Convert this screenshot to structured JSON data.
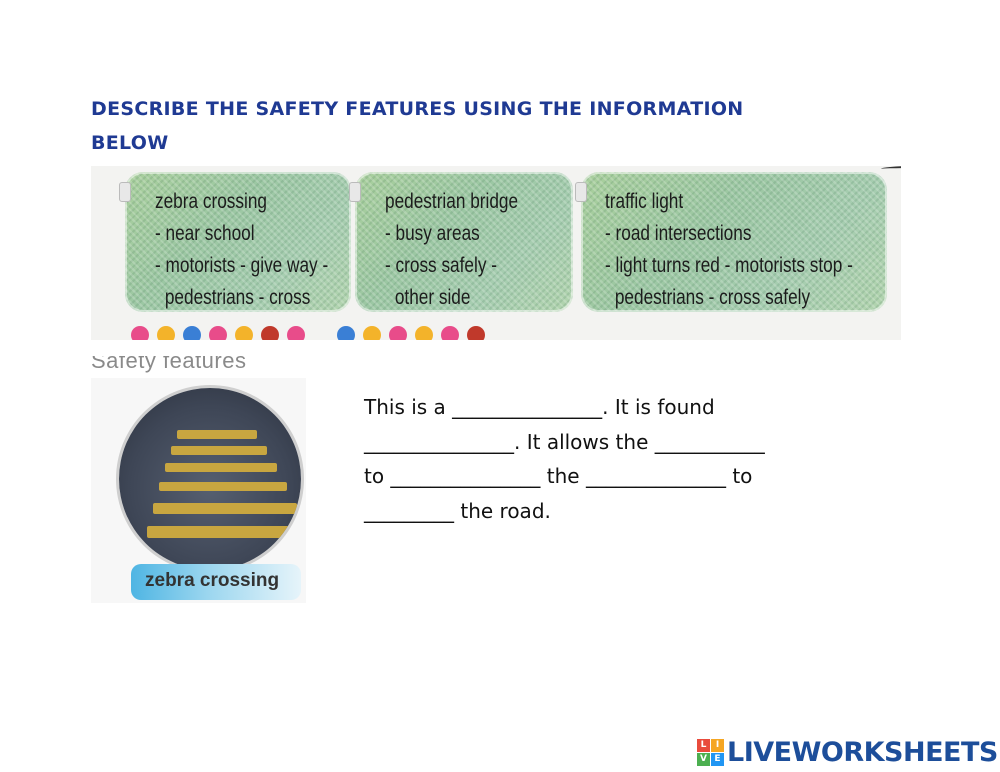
{
  "heading": {
    "line1": "DESCRIBE THE SAFETY FEATURES USING THE INFORMATION",
    "line2": "BELOW"
  },
  "cards": [
    {
      "lines": [
        "zebra crossing",
        "- near school",
        "- motorists - give way -",
        "pedestrians - cross"
      ]
    },
    {
      "lines": [
        "pedestrian bridge",
        "- busy areas",
        "- cross safely -",
        "other side"
      ]
    },
    {
      "lines": [
        "traffic light",
        "- road intersections",
        "- light turns red - motorists stop -",
        "pedestrians - cross safely"
      ]
    }
  ],
  "photo": {
    "cut_caption": "Safety features found",
    "label": "zebra crossing"
  },
  "fill_in": {
    "line1": "This is a _______________. It is found",
    "line2": "_______________. It allows the ___________",
    "line3": "to _______________ the ______________ to",
    "line4": "_________ the road."
  },
  "branding": {
    "logo_letters": [
      "L",
      "I",
      "V",
      "E"
    ],
    "logo_text": "LIVEWORKSHEETS",
    "colors": {
      "heading": "#1f3a93",
      "logo_text": "#1d4e9a",
      "logo_blocks": [
        "#e94b3c",
        "#f5a623",
        "#4caf50",
        "#2196f3"
      ]
    }
  }
}
